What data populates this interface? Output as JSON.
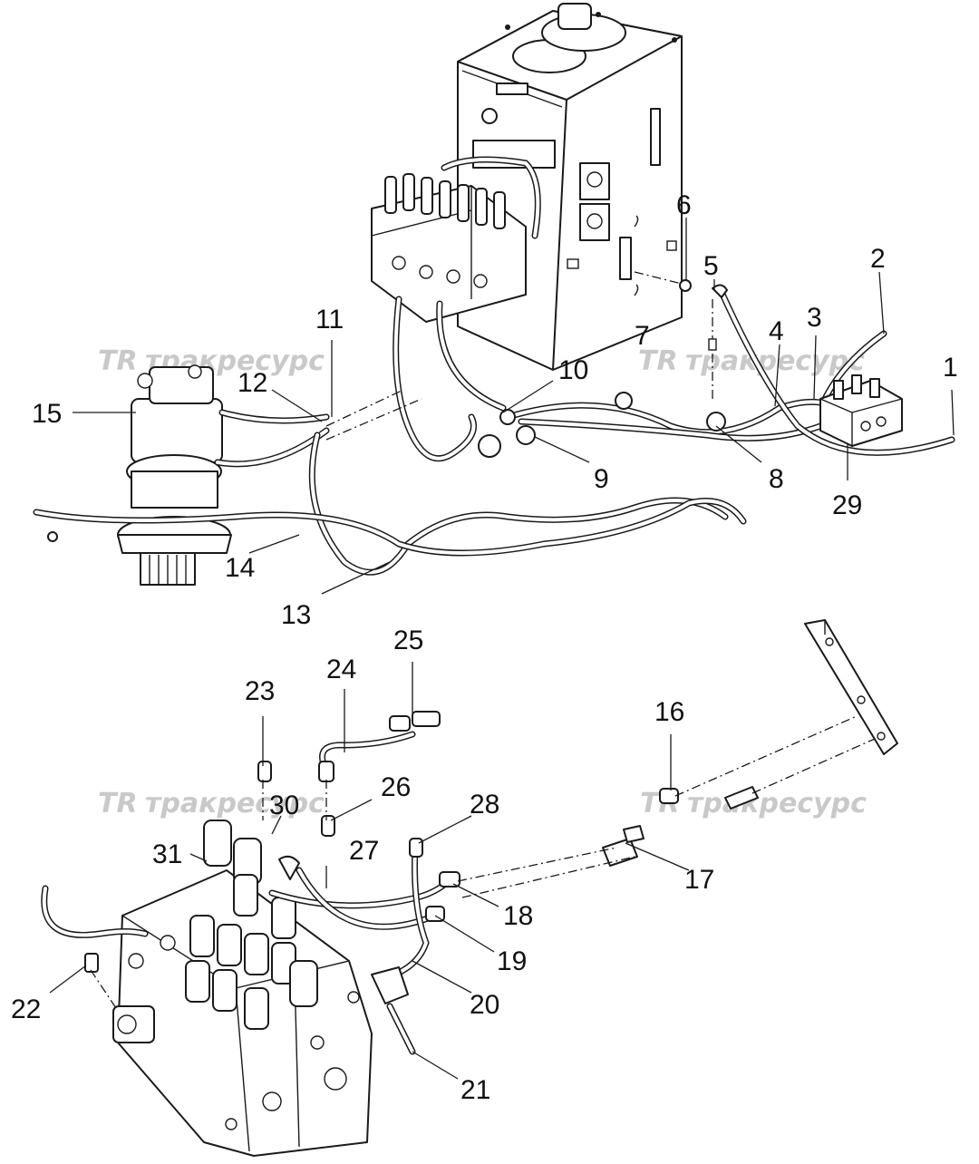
{
  "watermark": {
    "logo_text": "TR",
    "brand_text": "тракресурс",
    "color": "#c9c9c9"
  },
  "callouts": [
    {
      "id": "1",
      "label": "1"
    },
    {
      "id": "2",
      "label": "2"
    },
    {
      "id": "3",
      "label": "3"
    },
    {
      "id": "4",
      "label": "4"
    },
    {
      "id": "5",
      "label": "5"
    },
    {
      "id": "6",
      "label": "6"
    },
    {
      "id": "7",
      "label": "7"
    },
    {
      "id": "8",
      "label": "8"
    },
    {
      "id": "9",
      "label": "9"
    },
    {
      "id": "10",
      "label": "10"
    },
    {
      "id": "11",
      "label": "11"
    },
    {
      "id": "12",
      "label": "12"
    },
    {
      "id": "13",
      "label": "13"
    },
    {
      "id": "14",
      "label": "14"
    },
    {
      "id": "15",
      "label": "15"
    },
    {
      "id": "16",
      "label": "16"
    },
    {
      "id": "17",
      "label": "17"
    },
    {
      "id": "18",
      "label": "18"
    },
    {
      "id": "19",
      "label": "19"
    },
    {
      "id": "20",
      "label": "20"
    },
    {
      "id": "21",
      "label": "21"
    },
    {
      "id": "22",
      "label": "22"
    },
    {
      "id": "23",
      "label": "23"
    },
    {
      "id": "24",
      "label": "24"
    },
    {
      "id": "25",
      "label": "25"
    },
    {
      "id": "26",
      "label": "26"
    },
    {
      "id": "27",
      "label": "27"
    },
    {
      "id": "28",
      "label": "28"
    },
    {
      "id": "29",
      "label": "29"
    },
    {
      "id": "30",
      "label": "30"
    },
    {
      "id": "31",
      "label": "31"
    }
  ]
}
